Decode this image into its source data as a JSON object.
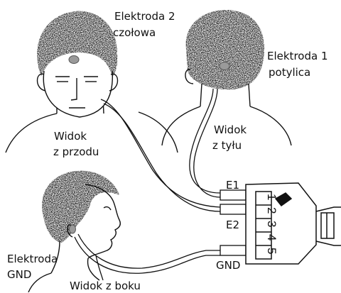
{
  "labels": {
    "electrode2_line1": "Elektroda 2",
    "electrode2_line2": "czołowa",
    "electrode1_line1": "Elektroda 1",
    "electrode1_line2": "potylica",
    "front_line1": "Widok",
    "front_line2": "z przodu",
    "back_line1": "Widok",
    "back_line2": "z tyłu",
    "e1": "E1",
    "e2": "E2",
    "gnd": "GND",
    "electrode_gnd_line1": "Elektroda",
    "electrode_gnd_line2": "GND",
    "side_view": "Widok z boku"
  },
  "connector": {
    "pins": [
      "1",
      "2",
      "3",
      "4",
      "5"
    ]
  },
  "colors": {
    "ink": "#111111",
    "electrode": "#9a9a9a",
    "hair": "#2a2a2a"
  }
}
